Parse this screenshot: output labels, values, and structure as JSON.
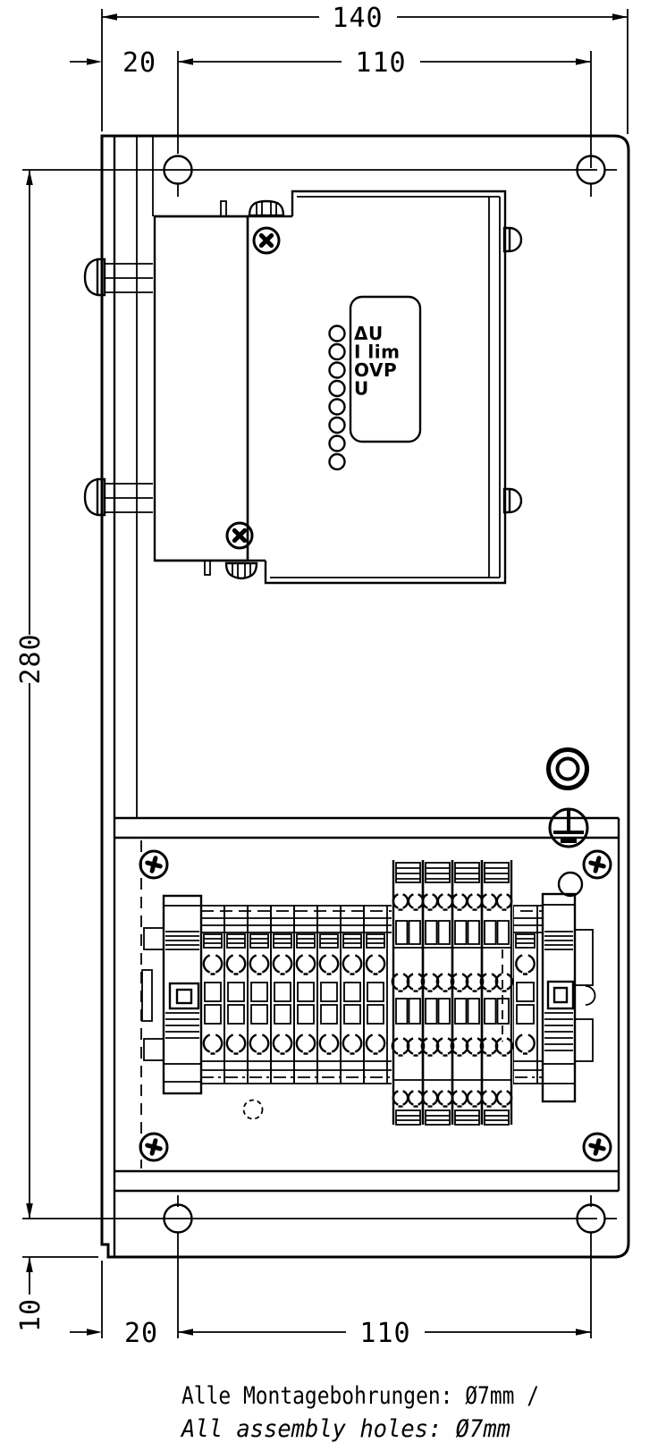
{
  "drawing": {
    "dimensions": {
      "top_width": "140",
      "top_left_offset": "20",
      "top_hole_spacing": "110",
      "left_height": "280",
      "bottom_edge_offset": "10",
      "bottom_left_offset": "20",
      "bottom_hole_spacing": "110"
    },
    "device": {
      "led_labels": [
        "ΔU",
        "I lim",
        "OVP",
        "U"
      ]
    },
    "note": {
      "line_de": "Alle Montagebohrungen: Ø7mm /",
      "line_en": "All assembly holes: Ø7mm"
    },
    "colors": {
      "line": "#000000",
      "background": "#ffffff"
    }
  }
}
